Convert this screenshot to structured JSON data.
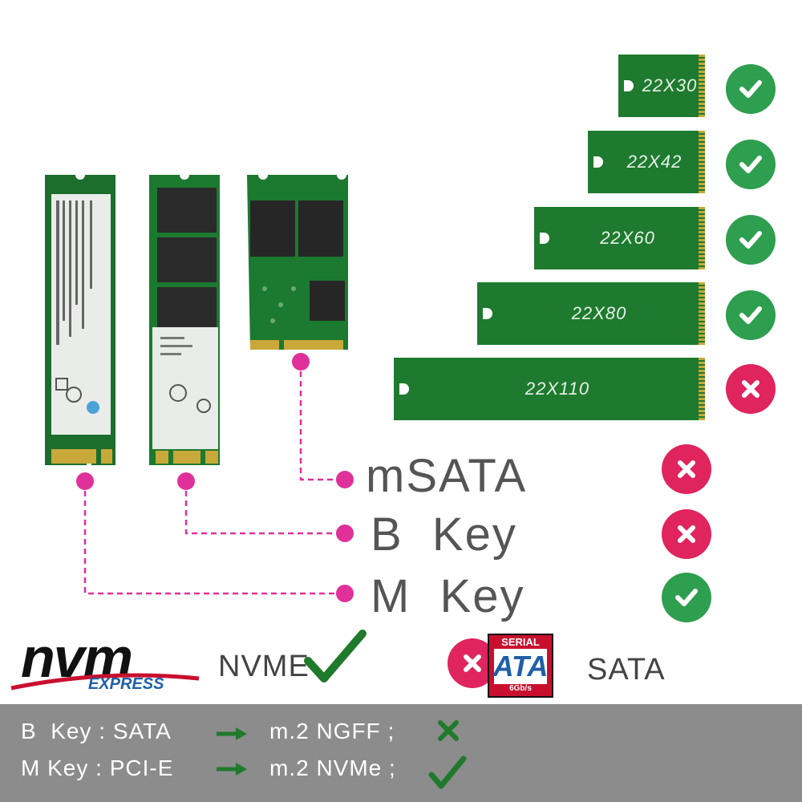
{
  "sizes": [
    {
      "label": "22X30",
      "status": "ok"
    },
    {
      "label": "22X42",
      "status": "ok"
    },
    {
      "label": "22X60",
      "status": "ok"
    },
    {
      "label": "22X80",
      "status": "ok"
    },
    {
      "label": "22X110",
      "status": "no"
    }
  ],
  "keys": {
    "msata": "mSATA",
    "bkey": "B  Key",
    "mkey": "M  Key"
  },
  "logos": {
    "nvm": "nvm",
    "express": "EXPRESS",
    "nvme_label": "NVME",
    "serial": "SERIAL",
    "ata": "ATA",
    "gbs": "6Gb/s",
    "sata_label": "SATA"
  },
  "footer": {
    "row1_key": "B  Key : SATA",
    "row1_target": "m.2 NGFF ;",
    "row2_key": "M Key : PCI-E",
    "row2_target": "m.2 NVMe ;"
  },
  "colors": {
    "ok": "#2e9e4f",
    "no": "#e0245e",
    "pcb": "#1e7a2e",
    "link": "#e0309a",
    "footer": "#8c8c8c"
  }
}
